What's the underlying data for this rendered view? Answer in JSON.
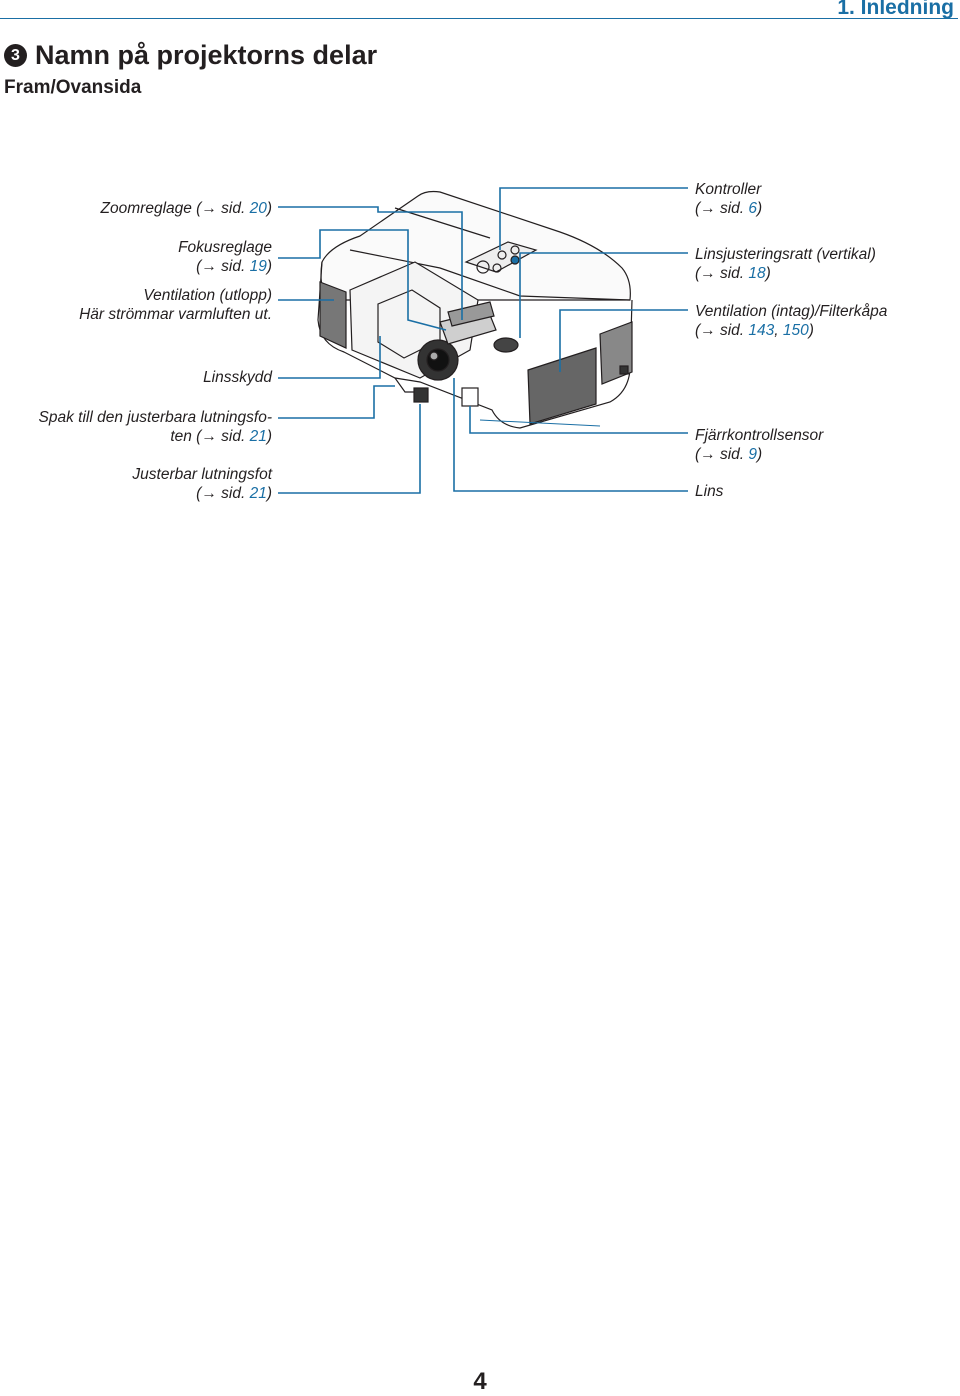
{
  "header": {
    "chapter": "1. Inledning"
  },
  "section": {
    "number": "3",
    "title": "Namn på projektorns delar",
    "subtitle": "Fram/Ovansida"
  },
  "labels_left": {
    "zoom": {
      "text": "Zoomreglage (→ sid. ",
      "page": "20",
      "close": ")"
    },
    "focus": {
      "line1": "Fokusreglage",
      "line2": "(→ sid. ",
      "page": "19",
      "close": ")"
    },
    "vent_out": {
      "line1": "Ventilation (utlopp)",
      "line2": "Här strömmar varmluften ut."
    },
    "lens_cap": {
      "text": "Linsskydd"
    },
    "tilt_lever": {
      "line1": "Spak till den justerbara lutningsfo-",
      "line2": "ten (→ sid. ",
      "page": "21",
      "close": ")"
    },
    "tilt_foot": {
      "line1": "Justerbar lutningsfot",
      "line2": "(→ sid. ",
      "page": "21",
      "close": ")"
    }
  },
  "labels_right": {
    "controls": {
      "line1": "Kontroller",
      "line2": "(→ sid. ",
      "page": "6",
      "close": ")"
    },
    "lens_shift": {
      "line1": "Linsjusteringsratt (vertikal)",
      "line2": "(→ sid. ",
      "page": "18",
      "close": ")"
    },
    "vent_in": {
      "line1": "Ventilation (intag)/Filterkåpa",
      "line2": "(→ sid. ",
      "page": "143",
      "sep": ", ",
      "page2": "150",
      "close": ")"
    },
    "remote_sensor": {
      "line1": "Fjärrkontrollsensor",
      "line2": "(→ sid. ",
      "page": "9",
      "close": ")"
    },
    "lens": {
      "text": "Lins"
    }
  },
  "colors": {
    "accent": "#1a6fa5",
    "text": "#231f20"
  },
  "footer": {
    "page_number": "4"
  }
}
